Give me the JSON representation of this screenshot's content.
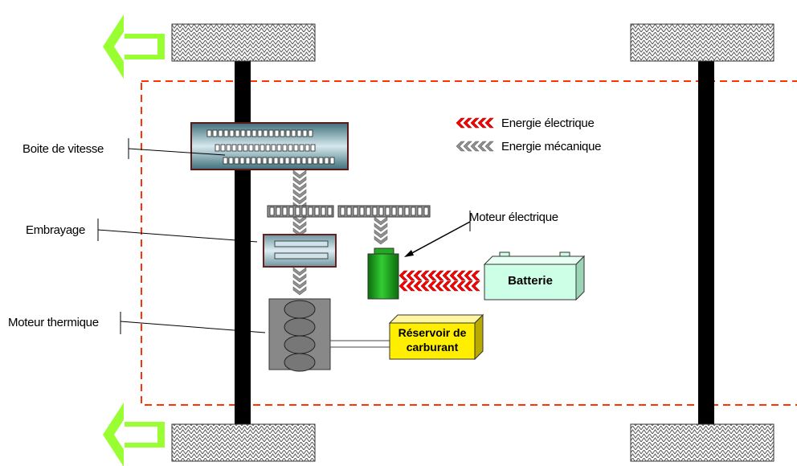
{
  "legend": {
    "electric": "Energie électrique",
    "mechanical": "Energie mécanique"
  },
  "labels": {
    "gearbox": "Boite de vitesse",
    "clutch": "Embrayage",
    "engine": "Moteur thermique",
    "motor": "Moteur électrique"
  },
  "components": {
    "battery": "Batterie",
    "tank_line1": "Réservoir de",
    "tank_line2": "carburant"
  },
  "colors": {
    "electric": "#ff0000",
    "mechanical": "#909090",
    "boundary": "#ff3300",
    "arrow": "#99ff33",
    "battery": "#ccffe6",
    "tank": "#ffee00",
    "motor": "#1a9a1a"
  },
  "icons": [
    "forward-arrow-icon",
    "wheel-icon",
    "engine-cylinder-icon"
  ]
}
